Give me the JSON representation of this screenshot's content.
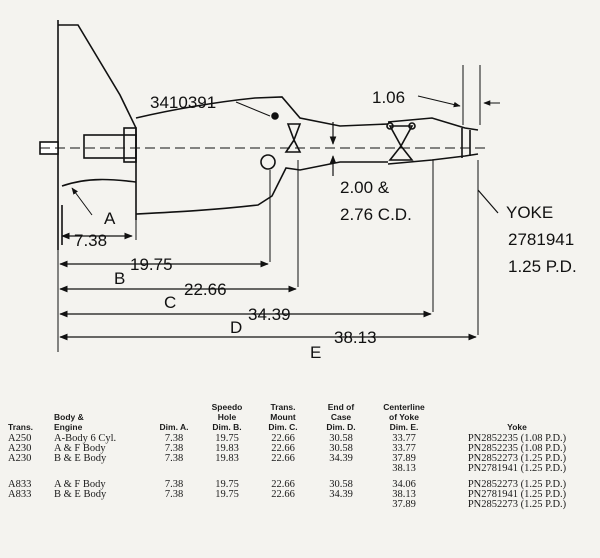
{
  "diagram": {
    "part_number": "3410391",
    "yoke_offset": "1.06",
    "mount_offset": [
      "2.00 &",
      "2.76 C.D."
    ],
    "yoke_label": [
      "YOKE",
      "2781941",
      "1.25 P.D."
    ],
    "dims": [
      {
        "letter": "A",
        "value": "7.38"
      },
      {
        "letter": "B",
        "value": "19.75"
      },
      {
        "letter": "C",
        "value": "22.66"
      },
      {
        "letter": "D",
        "value": "34.39"
      },
      {
        "letter": "E",
        "value": "38.13"
      }
    ]
  },
  "table": {
    "headers": {
      "trans": "Trans.",
      "body": [
        "Body &",
        "Engine"
      ],
      "dim_a": [
        "",
        "",
        "Dim. A."
      ],
      "dim_b": [
        "Speedo",
        "Hole",
        "Dim. B."
      ],
      "dim_c": [
        "Trans.",
        "Mount",
        "Dim. C."
      ],
      "dim_d": [
        "End of",
        "Case",
        "Dim. D."
      ],
      "dim_e": [
        "Centerline",
        "of Yoke",
        "Dim. E."
      ],
      "yoke": "Yoke"
    },
    "rows": [
      {
        "trans": "A250",
        "body": "A-Body 6 Cyl.",
        "a": "7.38",
        "b": "19.75",
        "c": "22.66",
        "d": "30.58",
        "e": "33.77",
        "yoke": "PN2852235 (1.08 P.D.)"
      },
      {
        "trans": "A230",
        "body": "A & F Body",
        "a": "7.38",
        "b": "19.83",
        "c": "22.66",
        "d": "30.58",
        "e": "33.77",
        "yoke": "PN2852235 (1.08 P.D.)"
      },
      {
        "trans": "A230",
        "body": "B & E Body",
        "a": "7.38",
        "b": "19.83",
        "c": "22.66",
        "d": "34.39",
        "e": "37.89",
        "yoke": "PN2852273 (1.25 P.D.)"
      },
      {
        "trans": "",
        "body": "",
        "a": "",
        "b": "",
        "c": "",
        "d": "",
        "e": "38.13",
        "yoke": "PN2781941 (1.25 P.D.)"
      },
      {
        "trans": "A833",
        "body": "A & F Body",
        "a": "7.38",
        "b": "19.75",
        "c": "22.66",
        "d": "30.58",
        "e": "34.06",
        "yoke": "PN2852273 (1.25 P.D.)"
      },
      {
        "trans": "A833",
        "body": "B & E Body",
        "a": "7.38",
        "b": "19.75",
        "c": "22.66",
        "d": "34.39",
        "e": "38.13",
        "yoke": "PN2781941 (1.25 P.D.)"
      },
      {
        "trans": "",
        "body": "",
        "a": "",
        "b": "",
        "c": "",
        "d": "",
        "e": "37.89",
        "yoke": "PN2852273 (1.25 P.D.)"
      }
    ]
  }
}
